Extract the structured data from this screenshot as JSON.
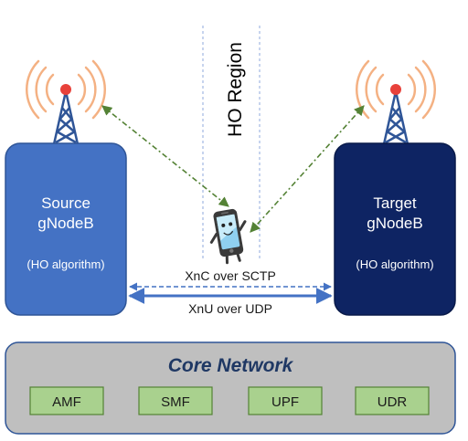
{
  "ho_region": {
    "label": "HO Region"
  },
  "source": {
    "line1": "Source",
    "line2": "gNodeB",
    "algo": "(HO algorithm)",
    "color": "#4472C4"
  },
  "target": {
    "line1": "Target",
    "line2": "gNodeB",
    "algo": "(HO algorithm)",
    "color": "#0E2463"
  },
  "links": {
    "xnc": "XnC over SCTP",
    "xnu": "XnU over UDP",
    "link_color": "#4472C4",
    "radio_color": "#548235"
  },
  "core": {
    "title": "Core Network",
    "title_color": "#1F3864",
    "bg_color": "#BFBFBF",
    "functions": [
      {
        "label": "AMF"
      },
      {
        "label": "SMF"
      },
      {
        "label": "UPF"
      },
      {
        "label": "UDR"
      }
    ],
    "function_color": "#A9D18E"
  },
  "icons": {
    "tower": "cell-tower-icon",
    "phone": "smartphone-icon"
  }
}
